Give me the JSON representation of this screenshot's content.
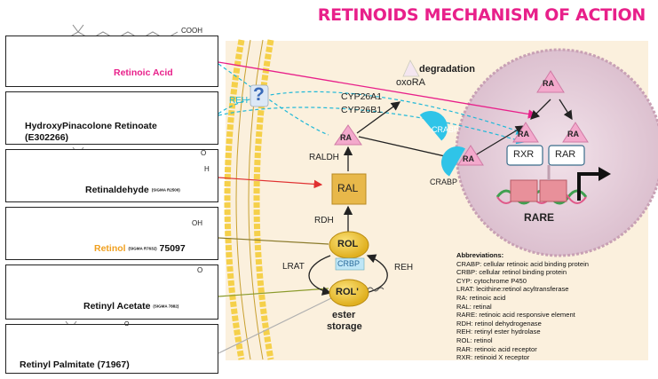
{
  "title": "RETINOIDS MECHANISM OF ACTION",
  "compounds": {
    "retinoic_acid": {
      "name": "Retinoic Acid",
      "group": "COOH",
      "color": "#e8208a"
    },
    "hpr": {
      "name": "HydroxyPinacolone Retinoate",
      "code": "(E302266)"
    },
    "retinaldehyde": {
      "name": "Retinaldehyde",
      "sigma": "(SIGMA R2500)",
      "group": "O",
      "h": "H"
    },
    "retinol": {
      "name": "Retinol",
      "sigma": "(SIGMA R7632)",
      "code": "75097",
      "group": "OH",
      "color": "#f0a020"
    },
    "retinyl_acetate": {
      "name": "Retinyl Acetate",
      "sigma": "(SIGMA 7882)",
      "group": "O"
    },
    "retinyl_palmitate": {
      "name": "Retinyl Palmitate (71967)",
      "group": "O"
    }
  },
  "pathway": {
    "reh_top": "REH",
    "question": "?",
    "degradation": "degradation",
    "oxora": "oxoRA",
    "cyp1": "CYP26A1",
    "cyp2": "CYP26B1",
    "ra": "RA",
    "crabp": "CRABP",
    "raldh": "RALDH",
    "ral": "RAL",
    "rdh": "RDH",
    "rol": "ROL",
    "crbp": "CRBP",
    "lrat": "LRAT",
    "reh": "REH",
    "rol_ester": "ROL'",
    "ester": "ester",
    "storage": "storage",
    "rxr": "RXR",
    "rar": "RAR",
    "rare": "RARE"
  },
  "abbreviations": {
    "heading": "Abbreviations:",
    "items": [
      "CRABP: cellular retinoic acid binding protein",
      "CRBP: cellular retinol binding protein",
      "CYP: cytochrome P450",
      "LRAT: lecithine:retinol acyltransferase",
      "RA: retinoic acid",
      "RAL: retinal",
      "RARE: retinoic acid responsive element",
      "RDH: retinol dehydrogenase",
      "REH: retinyl ester hydrolase",
      "ROL: retinol",
      "RAR: retinoic acid receptor",
      "RXR: retinoid X receptor"
    ]
  },
  "colors": {
    "pink": "#e8208a",
    "cyan": "#1fb8d8",
    "ral_fill": "#e8b84a",
    "rol_fill": "#f2cf40",
    "nucleus": "#e9d4de",
    "cell": "#fbf0dd",
    "membrane": "#f5d04a"
  }
}
